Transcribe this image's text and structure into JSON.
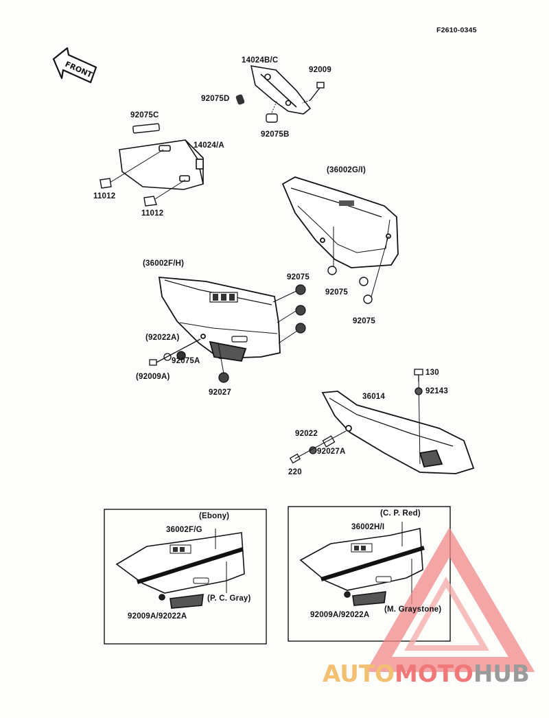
{
  "diagram_code": "F2610-0345",
  "front_arrow_text": "FRONT",
  "labels": {
    "p14024bc": "14024B/C",
    "p92009": "92009",
    "p92075d": "92075D",
    "p92075b": "92075B",
    "p92075c": "92075C",
    "p14024a": "14024/A",
    "p11012_a": "11012",
    "p11012_b": "11012",
    "p36002gi": "(36002G/I)",
    "p36002fh": "(36002F/H)",
    "p92075_a": "92075",
    "p92075_b": "92075",
    "p92075_c": "92075",
    "p92022a": "(92022A)",
    "p92075a": "92075A",
    "p92009a": "(92009A)",
    "p92027": "92027",
    "p130": "130",
    "p92143": "92143",
    "p36014": "36014",
    "p92022": "92022",
    "p92027a": "92027A",
    "p220": "220"
  },
  "inset_left": {
    "part": "36002F/G",
    "color_top": "(Ebony)",
    "color_bottom": "(P. C. Gray)",
    "fasteners": "92009A/92022A"
  },
  "inset_right": {
    "part": "36002H/I",
    "color_top": "(C. P. Red)",
    "color_bottom": "(M. Graystone)",
    "fasteners": "92009A/92022A"
  },
  "watermark": {
    "part1": "AUTO",
    "part2": "MOTO",
    "part3": "HUB",
    "colors": {
      "auto": "#f2c070",
      "moto": "#f07878",
      "hub": "#9a9a9a"
    }
  }
}
